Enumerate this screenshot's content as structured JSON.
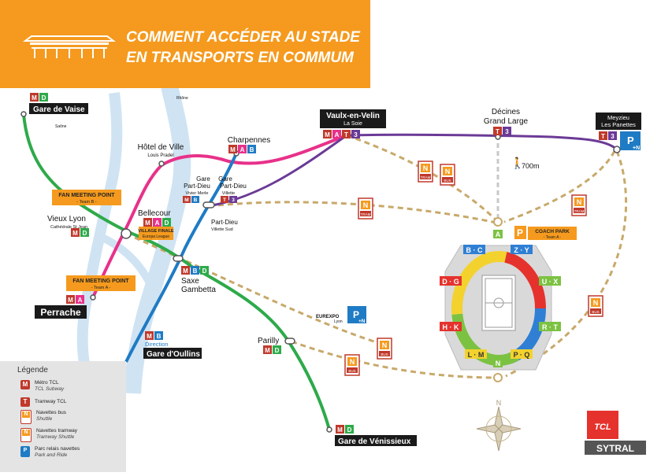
{
  "banner": {
    "title": "COMMENT ACCÉDER AU STADE\nEN TRANSPORTS EN COMMUM",
    "color": "#f59a1e"
  },
  "colors": {
    "metro_A": "#e8318a",
    "metro_B": "#1f7bc4",
    "metro_D": "#2eaa4a",
    "tram_T3": "#6b3a96",
    "shuttle": "#c8a96a",
    "walk": "#c8c8c8",
    "river": "#cfe3f3"
  },
  "stations": {
    "vaise": {
      "name": "Gare de Vaise",
      "lines": [
        "M",
        "D"
      ]
    },
    "hotel_de_ville": {
      "name": "Hôtel de Ville",
      "sub": "Louis Pradel"
    },
    "charpennes": {
      "name": "Charpennes",
      "lines": [
        "M",
        "A",
        "B"
      ]
    },
    "vaulx": {
      "name": "Vaulx-en-Velin",
      "sub": "La Soie",
      "lines": [
        "M",
        "A",
        "T",
        "3"
      ]
    },
    "decines": {
      "name": "Décines\nGrand Large",
      "lines": [
        "T",
        "3"
      ]
    },
    "meyzieu": {
      "name": "Meyzieu\nLes Panettes",
      "lines": [
        "T",
        "3"
      ]
    },
    "gare_pd_vm": {
      "name": "Gare\nPart-Dieu",
      "sub": "Vivier Merle",
      "lines": [
        "M",
        "B"
      ]
    },
    "gare_pd_vi": {
      "name": "Gare\nPart-Dieu",
      "sub": "Villette",
      "lines": [
        "T",
        "3"
      ]
    },
    "pd_villette_sud": {
      "name": "Part-Dieu",
      "sub": "Villette Sud"
    },
    "vieux_lyon": {
      "name": "Vieux Lyon",
      "sub": "Cathédrale St Jean",
      "lines": [
        "M",
        "D"
      ]
    },
    "bellecour": {
      "name": "Bellecour",
      "lines": [
        "M",
        "A",
        "D"
      ]
    },
    "perrache": {
      "name": "Perrache",
      "lines": [
        "M",
        "A"
      ]
    },
    "saxe": {
      "name": "Saxe\nGambetta",
      "lines": [
        "M",
        "B",
        "D"
      ]
    },
    "oullins": {
      "name": "Gare d'Oullins",
      "lines": [
        "M",
        "B"
      ],
      "direction": "Direction"
    },
    "parilly": {
      "name": "Parilly",
      "lines": [
        "M",
        "D"
      ]
    },
    "venissieux": {
      "name": "Gare de Vénissieux",
      "lines": [
        "M",
        "D"
      ]
    },
    "eurexpo": {
      "name": "EUREXPO",
      "sub": "Lyon"
    }
  },
  "fan_meeting_b": {
    "title": "FAN MEETING POINT",
    "team": "- Team B -"
  },
  "fan_meeting_a": {
    "title": "FAN MEETING POINT",
    "team": "- Team A -"
  },
  "village": {
    "title": "VILLAGE FINALE",
    "sub": "Europa League"
  },
  "coach_park": {
    "title": "COACH PARK",
    "team": "- Team A -"
  },
  "walk_distance": "700m",
  "rivers": {
    "saone": "Saône",
    "rhone": "Rhône"
  },
  "stadium_zones": [
    "A",
    "B · C",
    "Z · Y",
    "D · G",
    "U · X",
    "H · K",
    "R · T",
    "L · M",
    "P · Q",
    "N"
  ],
  "badges": {
    "metro": "M",
    "tram": "T",
    "line3": "3",
    "bus_n": "N",
    "bus": "BUS",
    "tram_lbl": "TRAM",
    "parking": "P",
    "plus_n": "+N"
  },
  "legend": {
    "title": "Légende",
    "items": [
      {
        "label": "Métro TCL",
        "sub": "TCL Subway"
      },
      {
        "label": "Tramway TCL",
        "sub": ""
      },
      {
        "label": "Navettes bus",
        "sub": "Shuttle"
      },
      {
        "label": "Navettes tramway",
        "sub": "Tramway Shuttle"
      },
      {
        "label": "Parc relais navettes",
        "sub": "Park and Ride"
      }
    ]
  },
  "compass": "N",
  "logo": {
    "tcl": "TCL",
    "sytral": "SYTRAL"
  }
}
